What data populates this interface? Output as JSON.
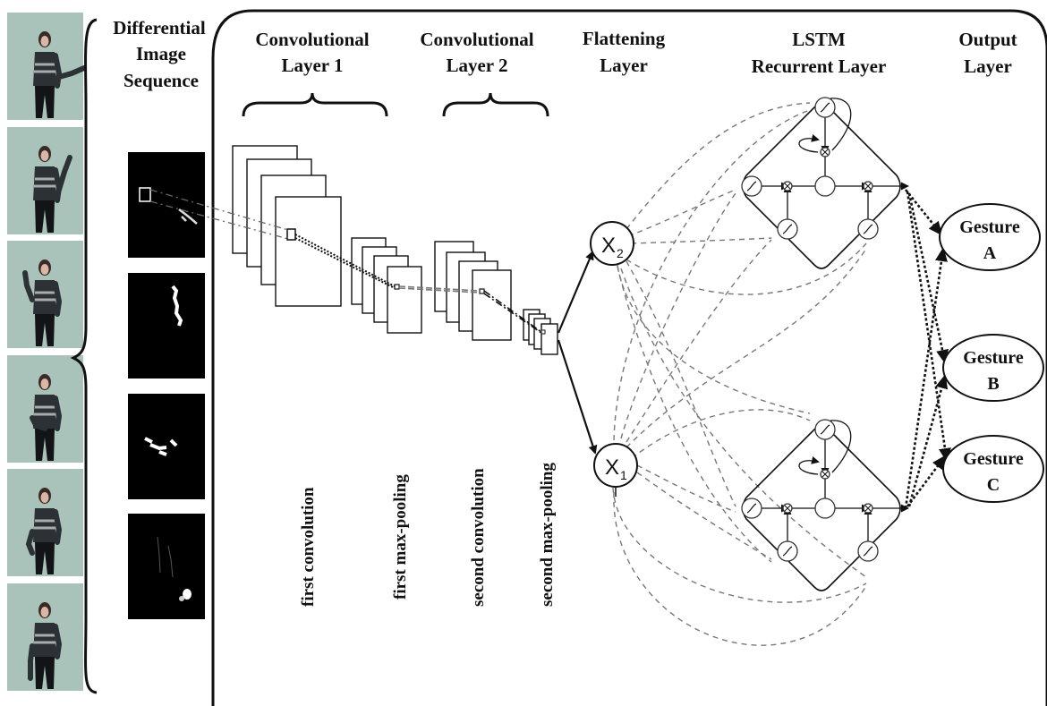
{
  "diagram": {
    "headers": {
      "differential": [
        "Differential",
        "Image",
        "Sequence"
      ],
      "conv1": [
        "Convolutional",
        "Layer 1"
      ],
      "conv2": [
        "Convolutional",
        "Layer 2"
      ],
      "flatten": [
        "Flattening",
        "Layer"
      ],
      "lstm": [
        "LSTM",
        "Recurrent Layer"
      ],
      "output": [
        "Output",
        "Layer"
      ]
    },
    "stage_labels": {
      "first_convolution": "first convolution",
      "first_max_pooling": "first max-pooling",
      "second_convolution": "second convolution",
      "second_max_pooling": "second max-pooling"
    },
    "nodes": {
      "x2": {
        "letter": "X",
        "sub": "2"
      },
      "x1": {
        "letter": "X",
        "sub": "1"
      }
    },
    "outputs": [
      {
        "word": "Gesture",
        "letter": "A"
      },
      {
        "word": "Gesture",
        "letter": "B"
      },
      {
        "word": "Gesture",
        "letter": "C"
      }
    ],
    "colors": {
      "photo_background": "#a9c3ba",
      "frame_black": "#000000",
      "line": "#111111",
      "dashed": "#777777"
    }
  }
}
